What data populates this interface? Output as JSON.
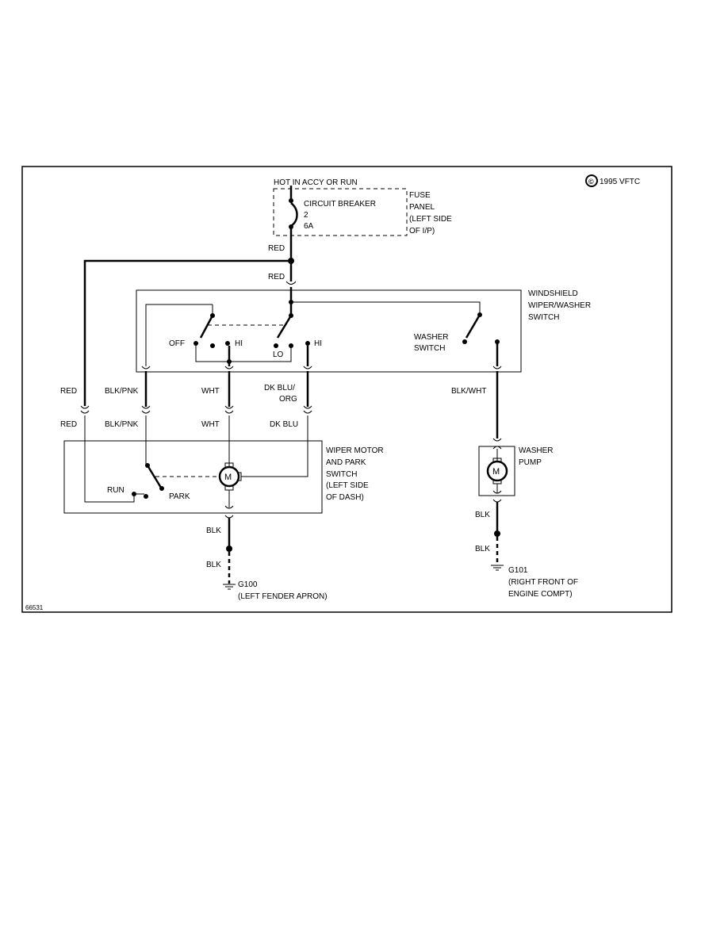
{
  "copyright": "1995 VFTC",
  "copyright_symbol": "©",
  "figure_id": "66531",
  "power": {
    "hot_label": "HOT IN ACCY OR RUN",
    "fuse_panel": [
      "FUSE",
      "PANEL",
      "(LEFT SIDE",
      "OF I/P)"
    ],
    "breaker_name": "CIRCUIT BREAKER",
    "breaker_number": "2",
    "breaker_rating": "6A"
  },
  "wires": {
    "red_top_1": "RED",
    "red_top_2": "RED",
    "red_left_1": "RED",
    "red_left_2": "RED",
    "blk_pnk_1": "BLK/PNK",
    "blk_pnk_2": "BLK/PNK",
    "wht_1": "WHT",
    "wht_2": "WHT",
    "dk_blu_org_1": "DK BLU/",
    "dk_blu_org_2": "ORG",
    "dk_blu": "DK BLU",
    "blk_wht": "BLK/WHT",
    "blk_motor_1": "BLK",
    "blk_motor_2": "BLK",
    "blk_pump_1": "BLK",
    "blk_pump_2": "BLK"
  },
  "switch": {
    "title": [
      "WINDSHIELD",
      "WIPER/WASHER",
      "SWITCH"
    ],
    "off": "OFF",
    "hi_1": "HI",
    "lo": "LO",
    "hi_2": "HI",
    "washer_switch": [
      "WASHER",
      "SWITCH"
    ]
  },
  "motor": {
    "title": [
      "WIPER MOTOR",
      "AND PARK",
      "SWITCH",
      "(LEFT SIDE",
      "OF DASH)"
    ],
    "run": "RUN",
    "park": "PARK",
    "symbol": "M"
  },
  "pump": {
    "title": [
      "WASHER",
      "PUMP"
    ],
    "symbol": "M"
  },
  "grounds": {
    "g100": [
      "G100",
      "(LEFT FENDER APRON)"
    ],
    "g101": [
      "G101",
      "(RIGHT FRONT OF",
      "ENGINE COMPT)"
    ]
  }
}
